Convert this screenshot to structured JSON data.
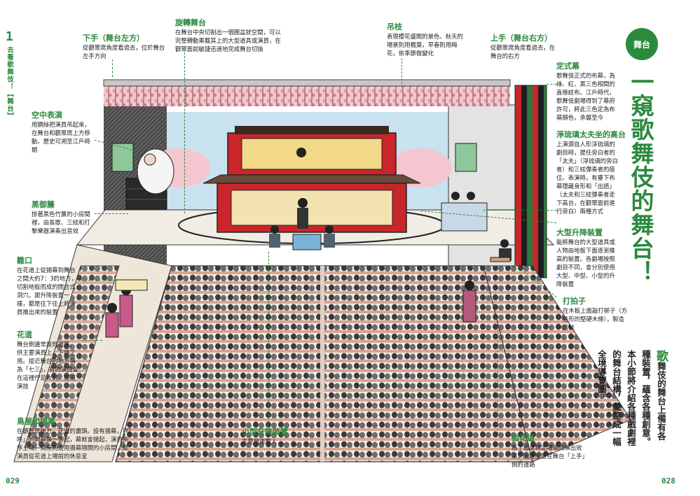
{
  "colors": {
    "accent": "#2b8a3e",
    "stage_red": "#c8262a",
    "curtain_green": "#2e7a3c",
    "seat_pink": "#e9b7a8"
  },
  "left_margin": {
    "chapter_number": "1",
    "chapter_title": "去看歌舞伎！【舞台】"
  },
  "right_margin": {
    "badge": "舞台",
    "heading": "一窺歌舞伎的舞台！",
    "intro_lead_char": "歌",
    "intro_rest": "舞伎的舞台上備有各種裝置，蘊含各種創意。本小節將介紹各種戲劇裡的舞台結構，彙整成一幅全境導覽圖。"
  },
  "page_numbers": {
    "left": "029",
    "right": "028"
  },
  "labels": {
    "shimote": {
      "title": "下手（舞台左方）",
      "desc": "從觀眾席角度看過去，位於舞台左手方向"
    },
    "mawari": {
      "title": "旋轉舞台",
      "desc": "在舞台中央切割出一個圓盆狀空間，可以完整轉動乘載其上的大型道具或演員，在觀眾面前敏捷迅速地完成舞台切換"
    },
    "tsurieda": {
      "title": "吊枝",
      "desc": "表現櫻花盛開的景色、秋天的場景則用楓葉，早春則用梅花，依季節做變化"
    },
    "kamite": {
      "title": "上手（舞台右方）",
      "desc": "從觀眾席角度看過去，在舞台的右方"
    },
    "joshikimaku": {
      "title": "定式幕",
      "desc": "歌舞伎正式的布幕，為綠、紅、黑三色相間的直條紋布。江戶時代，歌舞伎劇場得到了幕府許可，將此三色定為布幕顏色，承襲至今"
    },
    "chuunori": {
      "title": "空中表演",
      "desc": "用鋼絲把演員吊起來，在舞台和觀眾席上方移動。歷史可溯至江戶時期"
    },
    "yuka": {
      "title": "淨琉璃太夫坐的高台",
      "desc": "上演源自人形淨琉璃的劇目時，提任旁白者的「太夫」（淨琉璃的旁白者）和三絃彈奏者的座位。表演時，有垂下布幕隱藏身形和「出語」（太夫和三絃彈奏者走下高台，在觀眾面前進行旁白）兩種方式"
    },
    "kuromisu": {
      "title": "黑御簾",
      "desc": "掛著黑色竹簾的小房間裡，由長歌、三絃和打擊樂器演奏出音效"
    },
    "seri_large": {
      "title": "大型升降裝置",
      "desc": "能將舞台的大型道具或人物由地板下面逐漸推高的裝置。各劇場按照劇目不同，會分別使用大型、中型、小型的升降裝置"
    },
    "suppon": {
      "title": "雛口",
      "desc": "在花道上從揚幕到舞台之間大約7：3的地方，切割地板而成的開合式洞穴。跟升降裝置一樣，都是往下往上將演員推出來的裝置"
    },
    "tsuke": {
      "title": "打拍子",
      "desc": "在木板上面敲打梆子（方柱形的堅硬木條），製造音效"
    },
    "hanamichi": {
      "title": "花道",
      "desc": "舞台側邊常設的道路，供主要演員上、下場之用。接近舞台的地方稱為「七三」，有的演員會在這裡佇足片刻，展現演技"
    },
    "agemaku": {
      "title": "鳥屋和揚幕",
      "desc": "在觀眾席後方、花道的盡頭。設有揚幕，「叮咚」的開幕聲一響起，幕就會揚起，演員依序上場。鳥屋則是用揚幕隔開的小房間，是演員從花道上場前的休息室"
    },
    "seri_small": {
      "title": "小型升降裝置",
      "desc": "主要用來載人"
    },
    "kari_hanamichi": {
      "title": "假花道",
      "desc": "為了追求特定場景的演出效果，臨時設置在舞台「上手」側的道路"
    }
  }
}
